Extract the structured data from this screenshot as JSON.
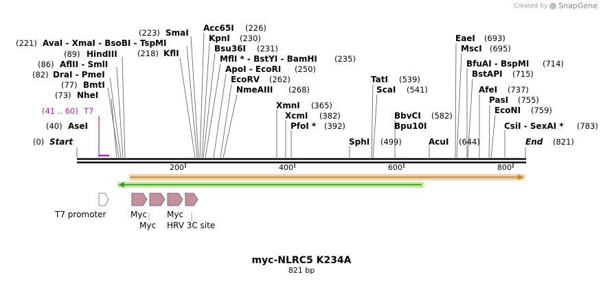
{
  "credit": {
    "prefix": "Created by",
    "brand": "SnapGene"
  },
  "title": "myc-NLRC5 K234A",
  "length_label": "821 bp",
  "total_bp": 821,
  "ticks": [
    "200",
    "400",
    "600",
    "800"
  ],
  "colors": {
    "primer": "#b020b0",
    "forward_arrow": "#c8901a",
    "forward_glow": "#f3cfb4",
    "reverse_arrow": "#35a030",
    "reverse_glow": "#c8ef9c",
    "tag": "#c4909e",
    "promoter": "#ffffff"
  },
  "sites": [
    {
      "name": "Start",
      "pos": "(0)",
      "bp": 0,
      "italic": true
    },
    {
      "name": "AseI",
      "pos": "(40)",
      "bp": 40
    },
    {
      "name": "NheI",
      "pos": "(73)",
      "bp": 73
    },
    {
      "name": "BmtI",
      "pos": "(77)",
      "bp": 77
    },
    {
      "name": "DraI - PmeI",
      "pos": "(82)",
      "bp": 82
    },
    {
      "name": "AflII - SmlI",
      "pos": "(86)",
      "bp": 86
    },
    {
      "name": "HindIII",
      "pos": "(89)",
      "bp": 89
    },
    {
      "name": "AvaI - XmaI - BsoBI - TspMI",
      "pos": "(221)",
      "bp": 221
    },
    {
      "name": "SmaI",
      "pos": "(223)",
      "bp": 223
    },
    {
      "name": "KflI",
      "pos": "(218)",
      "bp": 218
    },
    {
      "name": "Acc65I",
      "pos": "(226)",
      "bp": 226
    },
    {
      "name": "KpnI",
      "pos": "(230)",
      "bp": 230
    },
    {
      "name": "Bsu36I",
      "pos": "(231)",
      "bp": 231
    },
    {
      "name": "MflI * - BstYI - BamHI",
      "pos": "(235)",
      "bp": 235
    },
    {
      "name": "ApoI - EcoRI",
      "pos": "(250)",
      "bp": 250
    },
    {
      "name": "EcoRV",
      "pos": "(262)",
      "bp": 262
    },
    {
      "name": "NmeAIII",
      "pos": "(268)",
      "bp": 268
    },
    {
      "name": "XmnI",
      "pos": "(365)",
      "bp": 365
    },
    {
      "name": "XcmI",
      "pos": "(382)",
      "bp": 382
    },
    {
      "name": "PfoI *",
      "pos": "(392)",
      "bp": 392
    },
    {
      "name": "SphI",
      "pos": "(499)",
      "bp": 499
    },
    {
      "name": "TatI",
      "pos": "(539)",
      "bp": 539
    },
    {
      "name": "ScaI",
      "pos": "(541)",
      "bp": 541
    },
    {
      "name": "BbvCI",
      "pos": "(582)",
      "bp": 582
    },
    {
      "name": "Bpu10I",
      "pos": "",
      "bp": 582
    },
    {
      "name": "AcuI",
      "pos": "(644)",
      "bp": 644
    },
    {
      "name": "EaeI",
      "pos": "(693)",
      "bp": 693
    },
    {
      "name": "MscI",
      "pos": "(695)",
      "bp": 695
    },
    {
      "name": "BfuAI - BspMI",
      "pos": "(714)",
      "bp": 714
    },
    {
      "name": "BstAPI",
      "pos": "(715)",
      "bp": 715
    },
    {
      "name": "AfeI",
      "pos": "(737)",
      "bp": 737
    },
    {
      "name": "PasI",
      "pos": "(755)",
      "bp": 755
    },
    {
      "name": "EcoNI",
      "pos": "(759)",
      "bp": 759
    },
    {
      "name": "CsiI - SexAI *",
      "pos": "(783)",
      "bp": 783
    },
    {
      "name": "End",
      "pos": "(821)",
      "bp": 821,
      "italic": true
    }
  ],
  "primer": {
    "name": "T7",
    "range": "(41 .. 60)",
    "start": 41,
    "end": 60
  },
  "features": {
    "forward": {
      "start": 100,
      "end": 821
    },
    "reverse": {
      "start": 76,
      "end": 640
    },
    "promoter": {
      "label": "T7 promoter"
    },
    "tags": [
      "Myc",
      "Myc",
      "Myc",
      "HRV 3C site"
    ]
  }
}
